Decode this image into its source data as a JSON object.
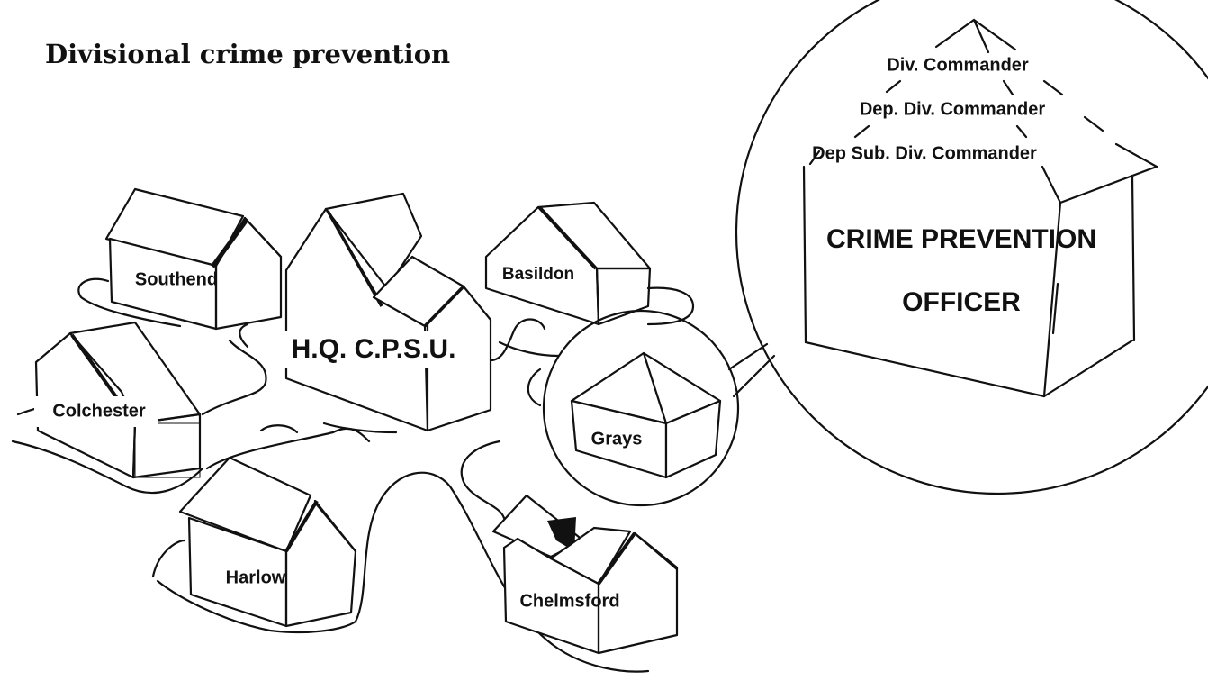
{
  "title": "Divisional crime prevention",
  "divisions": {
    "southend": "Southend",
    "basildon": "Basildon",
    "colchester": "Colchester",
    "hq": "H.Q. C.P.S.U.",
    "grays": "Grays",
    "harlow": "Harlow",
    "chelmsford": "Chelmsford"
  },
  "zoom": {
    "div_commander": "Div. Commander",
    "dep_div_commander": "Dep. Div. Commander",
    "dep_sub_div_commander": "Dep Sub. Div. Commander",
    "officer_line1": "CRIME PREVENTION",
    "officer_line2": "OFFICER"
  }
}
